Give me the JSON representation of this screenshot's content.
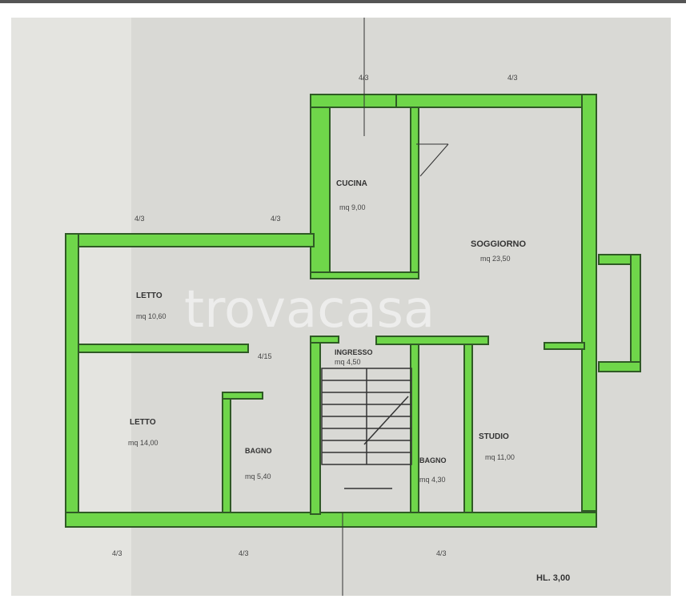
{
  "plan": {
    "watermark": "trovacasa",
    "scale_note": "HL. 3,00",
    "rooms": {
      "cucina": {
        "name": "CUCINA",
        "detail": "mq 9,00"
      },
      "soggiorno": {
        "name": "SOGGIORNO",
        "detail": "mq 23,50"
      },
      "letto1": {
        "name": "LETTO",
        "detail": "mq 10,60"
      },
      "letto2": {
        "name": "LETTO",
        "detail": "mq 14,00"
      },
      "bagno1": {
        "name": "BAGNO",
        "detail": "mq 5,40"
      },
      "bagno2": {
        "name": "BAGNO",
        "detail": "mq 4,30"
      },
      "studio": {
        "name": "STUDIO",
        "detail": "mq 11,00"
      },
      "ingresso": {
        "name": "INGRESSO",
        "detail": "mq 4,50"
      }
    },
    "window_marks": [
      "4/3",
      "4/3",
      "4/3",
      "4/3",
      "4/3",
      "4/3",
      "4/3",
      "4/15"
    ],
    "colors": {
      "wall": "#6fd64a",
      "wall_edge": "#2f5a25",
      "paper": "#d9d9d5"
    }
  }
}
